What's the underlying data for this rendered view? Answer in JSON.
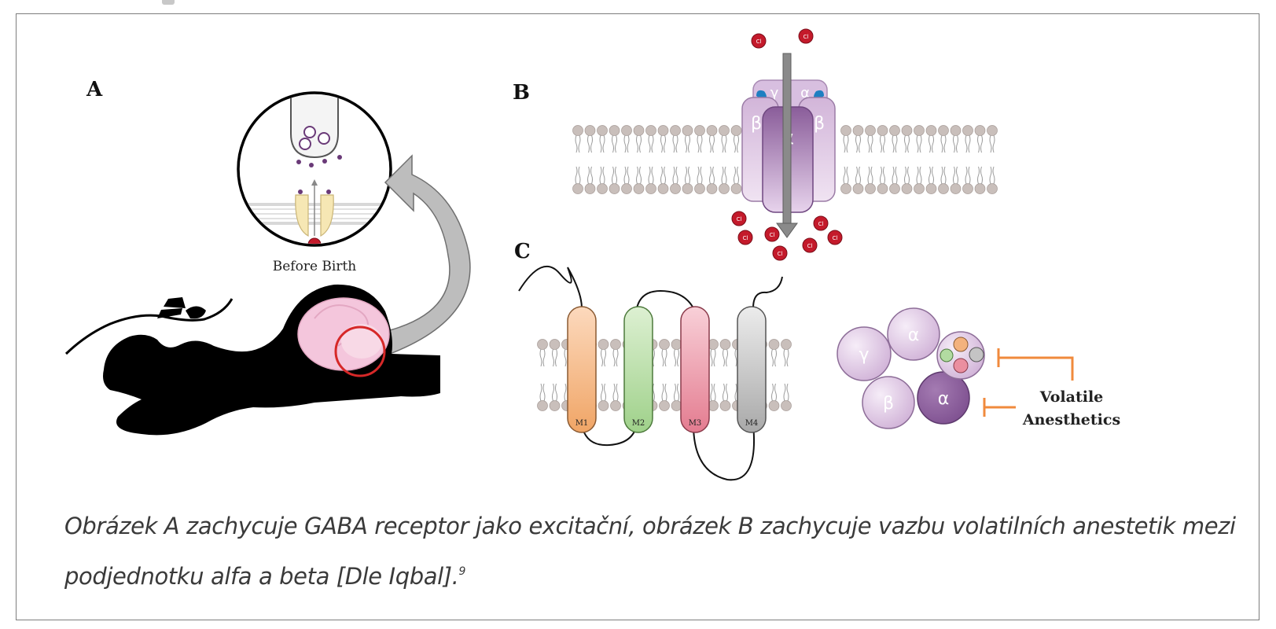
{
  "panels": {
    "a": "A",
    "b": "B",
    "c": "C"
  },
  "labels": {
    "before_birth": "Before Birth",
    "volatile_line1": "Volatile",
    "volatile_line2": "Anesthetics",
    "ion": "Cl",
    "helix_m1": "M1",
    "helix_m2": "M2",
    "helix_m3": "M3",
    "helix_m4": "M4"
  },
  "subunits": {
    "gamma": "γ",
    "alpha": "α",
    "beta": "β"
  },
  "caption": {
    "text": "Obrázek A zachycuje GABA receptor jako excitační, obrázek B zachycuje vazbu volatilních anestetik mezi podjednotku alfa a beta [Dle Iqbal].",
    "ref": "9"
  },
  "colors": {
    "silhouette": "#000000",
    "uterus_highlight": "#d62828",
    "ion": "#c41a2b",
    "membrane_head": "#c9bfbb",
    "receptor_light": "#dcc2e2",
    "receptor_dark": "#8a5d9a",
    "binding_site": "#1e7fc1",
    "helix_m1": "#f3b27d",
    "helix_m2": "#b2dba1",
    "helix_m3": "#ea8fa0",
    "helix_m4": "#c4c4c4",
    "inhibit_marker": "#f08a3c",
    "arrow_grey": "#b8b8b8"
  }
}
